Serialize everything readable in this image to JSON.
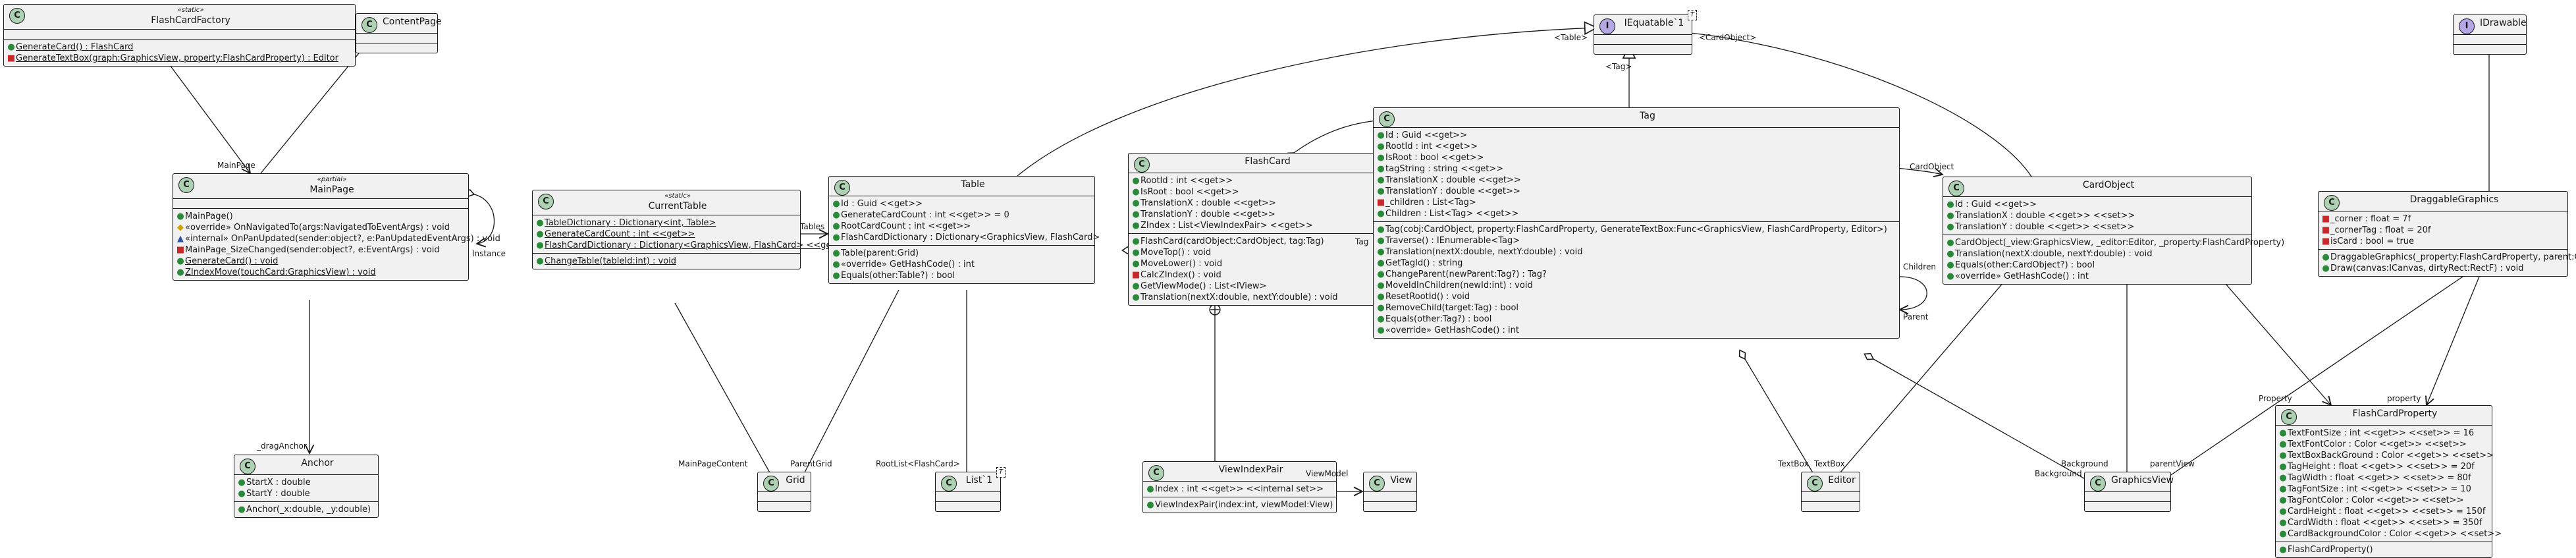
{
  "colors": {
    "class_badge": "#add1b2",
    "box_fill": "#f1f1f1",
    "line": "#181818",
    "vis_public": "#2a8a3a",
    "vis_private": "#c82829",
    "vis_protected": "#d0a000",
    "vis_internal": "#2c4fa8"
  },
  "visibility_icons": {
    "+": "public-dot",
    "-": "private-square",
    "#": "protected-diamond",
    "~": "internal-triangle"
  },
  "badge_letter": "C",
  "classes": {
    "flashcardfactory": {
      "stereotype": "«static»",
      "name": "FlashCardFactory",
      "methods": [
        "GenerateCard() : FlashCard",
        "GenerateTextBox(graph:GraphicsView, property:FlashCardProperty) : Editor"
      ]
    },
    "contentpage": {
      "name": "ContentPage"
    },
    "mainpage": {
      "stereotype": "«partial»",
      "name": "MainPage",
      "methods": [
        "MainPage()",
        "«override» OnNavigatedTo(args:NavigatedToEventArgs) : void",
        "«internal» OnPanUpdated(sender:object?, e:PanUpdatedEventArgs) : void",
        "MainPage_SizeChanged(sender:object?, e:EventArgs) : void",
        "GenerateCard() : void",
        "ZIndexMove(touchCard:GraphicsView) : void"
      ]
    },
    "anchor": {
      "name": "Anchor",
      "fields": [
        "StartX : double",
        "StartY : double"
      ],
      "methods": [
        "Anchor(_x:double, _y:double)"
      ]
    },
    "currenttable": {
      "stereotype": "«static»",
      "name": "CurrentTable",
      "fields": [
        "TableDictionary : Dictionary<int, Table>",
        "GenerateCardCount : int <<get>>",
        "FlashCardDictionary : Dictionary<GraphicsView, FlashCard> <<get>>"
      ],
      "methods": [
        "ChangeTable(tableId:int) : void"
      ]
    },
    "table": {
      "name": "Table",
      "fields": [
        "Id : Guid <<get>>",
        "GenerateCardCount : int <<get>> = 0",
        "RootCardCount : int <<get>>",
        "FlashCardDictionary : Dictionary<GraphicsView, FlashCard>"
      ],
      "methods": [
        "Table(parent:Grid)",
        "«override» GetHashCode() : int",
        "Equals(other:Table?) : bool"
      ]
    },
    "grid": {
      "name": "Grid"
    },
    "list": {
      "name": "List`1",
      "tparam": "T"
    },
    "flashcard": {
      "name": "FlashCard",
      "fields": [
        "RootId : int <<get>>",
        "IsRoot : bool <<get>>",
        "TranslationX : double <<get>>",
        "TranslationY : double <<get>>",
        "ZIndex : List<ViewIndexPair> <<get>>"
      ],
      "methods": [
        "FlashCard(cardObject:CardObject, tag:Tag)",
        "MoveTop() : void",
        "MoveLower() : void",
        "CalcZIndex() : void",
        "GetViewMode() : List<IView>",
        "Translation(nextX:double, nextY:double) : void"
      ]
    },
    "viewindexpair": {
      "name": "ViewIndexPair",
      "fields": [
        "Index : int <<get>> <<internal set>>"
      ],
      "methods": [
        "ViewIndexPair(index:int, viewModel:View)"
      ]
    },
    "view": {
      "name": "View"
    },
    "iequatable": {
      "name": "IEquatable`1",
      "tparam": "T"
    },
    "tag": {
      "name": "Tag",
      "fields": [
        "Id : Guid <<get>>",
        "RootId : int <<get>>",
        "IsRoot : bool <<get>>",
        "tagString : string <<get>>",
        "TranslationX : double <<get>>",
        "TranslationY : double <<get>>",
        "_children : List<Tag>",
        "Children : List<Tag> <<get>>"
      ],
      "methods": [
        "Tag(cobj:CardObject, property:FlashCardProperty, GenerateTextBox:Func<GraphicsView, FlashCardProperty, Editor>)",
        "Traverse() : IEnumerable<Tag>",
        "Translation(nextX:double, nextY:double) : void",
        "GetTagId() : string",
        "ChangeParent(newParent:Tag?) : Tag?",
        "MoveIdInChildren(newId:int) : void",
        "ResetRootId() : void",
        "RemoveChild(target:Tag) : bool",
        "Equals(other:Tag?) : bool",
        "«override» GetHashCode() : int"
      ]
    },
    "cardobject": {
      "name": "CardObject",
      "fields": [
        "Id : Guid <<get>>",
        "TranslationX : double <<get>> <<set>>",
        "TranslationY : double <<get>> <<set>>"
      ],
      "methods": [
        "CardObject(_view:GraphicsView, _editor:Editor, _property:FlashCardProperty)",
        "Translation(nextX:double, nextY:double) : void",
        "Equals(other:CardObject?) : bool",
        "«override» GetHashCode() : int"
      ]
    },
    "editor": {
      "name": "Editor"
    },
    "graphicsview": {
      "name": "GraphicsView"
    },
    "idrawable": {
      "name": "IDrawable"
    },
    "draggablegraphics": {
      "name": "DraggableGraphics",
      "fields": [
        "_corner : float = 7f",
        "_cornerTag : float = 20f",
        "isCard : bool = true"
      ],
      "methods": [
        "DraggableGraphics(_property:FlashCardProperty, parent:GraphicsView, isCard:bool)",
        "Draw(canvas:ICanvas, dirtyRect:RectF) : void"
      ]
    },
    "flashcardproperty": {
      "name": "FlashCardProperty",
      "fields": [
        "TextFontSize : int <<get>> <<set>> = 16",
        "TextFontColor : Color <<get>> <<set>>",
        "TextBoxBackGround : Color <<get>> <<set>>",
        "TagHeight : float <<get>> <<set>> = 20f",
        "TagWidth : float <<get>> <<set>> = 80f",
        "TagFontSize : int <<get>> <<set>> = 10",
        "TagFontColor : Color <<get>> <<set>>",
        "CardHeight : float <<get>> <<set>> = 150f",
        "CardWidth : float <<get>> <<set>> = 350f",
        "CardBackgroundColor : Color <<get>> <<set>>"
      ],
      "methods": [
        "FlashCardProperty()"
      ]
    }
  },
  "edge_labels": {
    "mainpage_top": "MainPage",
    "instance": "Instance",
    "drag_anchor": "_dragAnchor",
    "tables": "Tables",
    "mainpage_content": "MainPageContent",
    "parent_grid": "ParentGrid",
    "rootlist": "RootList<FlashCard>",
    "tag_in": "Tag",
    "viewmodel": "ViewModel",
    "table_gen": "<Table>",
    "tag_gen": "<Tag>",
    "cardobject_gen": "<CardObject>",
    "cardobject_end": "CardObject",
    "children": "Children",
    "parent": "Parent",
    "textbox_1": "TextBox",
    "textbox_2": "TextBox",
    "background_1": "Background",
    "background_2": "Background",
    "parent_view": "parentView",
    "property_1": "Property",
    "property_2": "property"
  }
}
